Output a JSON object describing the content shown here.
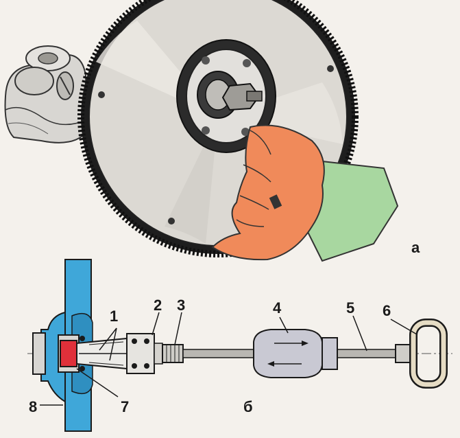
{
  "figure": {
    "panel_top_letter": "а",
    "panel_bottom_letter": "б",
    "callouts": [
      "1",
      "2",
      "3",
      "4",
      "5",
      "6",
      "7",
      "8"
    ]
  },
  "colors": {
    "flywheel": "#d9d6d0",
    "skin": "#f08a5a",
    "sleeve": "#a8d7a0",
    "housing": "#3fa7d9",
    "part_red": "#e0303a",
    "slide_hammer": "#c9c9d3"
  }
}
